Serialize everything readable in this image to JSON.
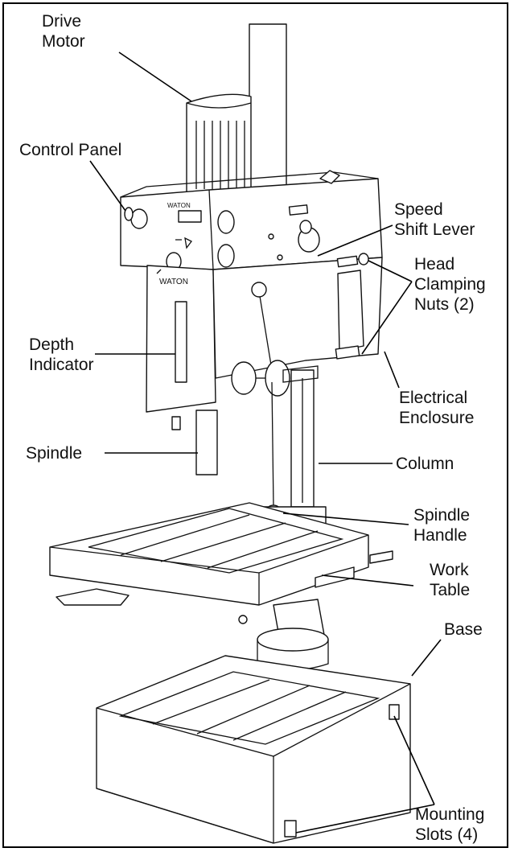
{
  "labels": {
    "drive_motor": [
      "Drive",
      "Motor"
    ],
    "control_panel": [
      "Control Panel"
    ],
    "speed_shift_lever": [
      "Speed",
      "Shift Lever"
    ],
    "head_clamping_nuts": [
      "Head",
      "Clamping",
      "Nuts (2)"
    ],
    "depth_indicator": [
      "Depth",
      "Indicator"
    ],
    "electrical_enclosure": [
      "Electrical",
      "Enclosure"
    ],
    "spindle": [
      "Spindle"
    ],
    "column": [
      "Column"
    ],
    "spindle_handle": [
      "Spindle",
      "Handle"
    ],
    "work_table": [
      "Work",
      "Table"
    ],
    "base": [
      "Base"
    ],
    "mounting_slots": [
      "Mounting",
      "Slots (4)"
    ]
  },
  "markings": {
    "head_brand": "WATON",
    "housing_brand": "WATON"
  }
}
